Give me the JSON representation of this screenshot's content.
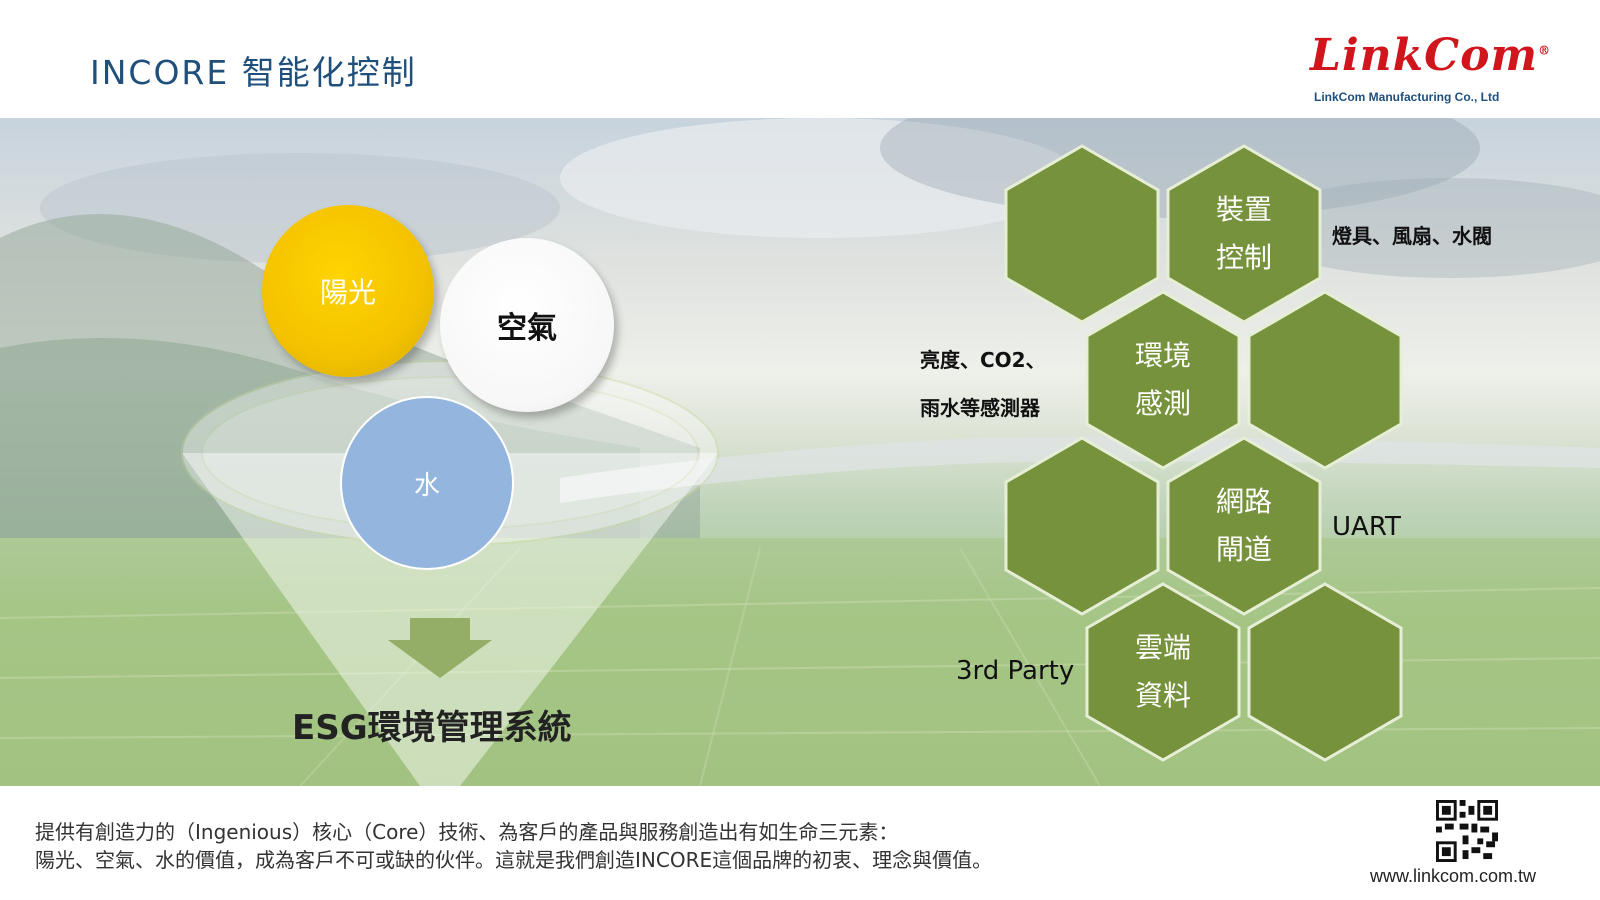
{
  "header": {
    "title": "INCORE 智能化控制",
    "logo_text": "LinkCom",
    "logo_mark": "®",
    "company": "LinkCom Manufacturing Co., Ltd"
  },
  "funnel": {
    "circles": {
      "sun": "陽光",
      "air": "空氣",
      "water": "水"
    },
    "output_label": "ESG環境管理系統"
  },
  "hexagons": {
    "device_control": [
      "裝置",
      "控制"
    ],
    "env_sensing": [
      "環境",
      "感測"
    ],
    "network_gateway": [
      "網路",
      "閘道"
    ],
    "cloud_data": [
      "雲端",
      "資料"
    ]
  },
  "side_labels": {
    "device_control": "燈具、風扇、水閥",
    "env_sensing_line1": "亮度、CO2、",
    "env_sensing_line2": "雨水等感測器",
    "network_gateway": "UART",
    "cloud_data": "3rd Party"
  },
  "footer": {
    "line1": "提供有創造力的（Ingenious）核心（Core）技術、為客戶的產品與服務創造出有如生命三元素：",
    "line2": "陽光、空氣、水的價值，成為客戶不可或缺的伙伴。這就是我們創造INCORE這個品牌的初衷、理念與價值。",
    "website": "www.linkcom.com.tw"
  },
  "colors": {
    "title_blue": "#1f4f7a",
    "logo_red": "#d0151c",
    "hex_green": "#76923c",
    "sun_yellow": "#f3c200",
    "water_blue": "#94b5dd"
  }
}
